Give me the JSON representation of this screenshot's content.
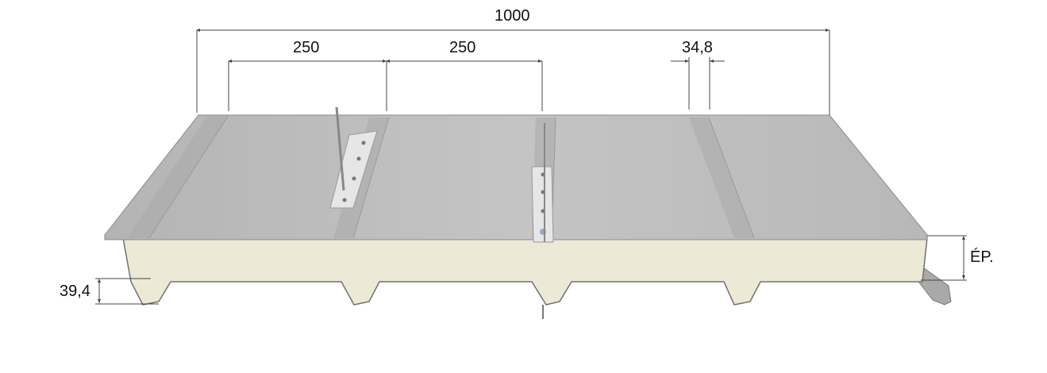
{
  "diagram": {
    "subject": "sandwich roof panel",
    "colors": {
      "steel_top": "#bdbdbd",
      "steel_top_light": "#c9c9c9",
      "steel_edge": "#8a8a8a",
      "foam_core": "#ece9d6",
      "foam_outline": "#707070",
      "dimension_line": "#444444",
      "bracket": "#e6e6e6"
    },
    "dimensions": {
      "total_width": "1000",
      "rib_spacing_1": "250",
      "rib_spacing_2": "250",
      "rib_width": "34,8",
      "trapezoid_depth": "39,4",
      "thickness": "ÉP."
    }
  }
}
